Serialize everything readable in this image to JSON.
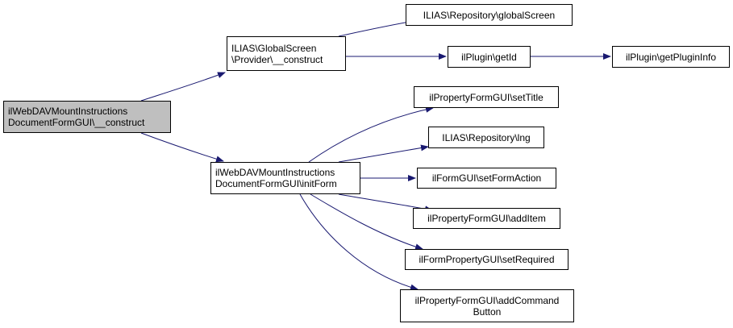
{
  "diagram": {
    "type": "call-graph",
    "edge_color": "#191970",
    "root_fill": "#bfbfbf",
    "nodes": {
      "root": {
        "lines": [
          "ilWebDAVMountInstructions",
          "DocumentFormGUI\\__construct"
        ]
      },
      "provider": {
        "lines": [
          "ILIAS\\GlobalScreen",
          "\\Provider\\__construct"
        ]
      },
      "initform": {
        "lines": [
          "ilWebDAVMountInstructions",
          "DocumentFormGUI\\initForm"
        ]
      },
      "globalscreen": {
        "lines": [
          "ILIAS\\Repository\\globalScreen"
        ]
      },
      "getid": {
        "lines": [
          "ilPlugin\\getId"
        ]
      },
      "getplugininfo": {
        "lines": [
          "ilPlugin\\getPluginInfo"
        ]
      },
      "settitle": {
        "lines": [
          "ilPropertyFormGUI\\setTitle"
        ]
      },
      "lng": {
        "lines": [
          "ILIAS\\Repository\\lng"
        ]
      },
      "setformaction": {
        "lines": [
          "ilFormGUI\\setFormAction"
        ]
      },
      "additem": {
        "lines": [
          "ilPropertyFormGUI\\addItem"
        ]
      },
      "setrequired": {
        "lines": [
          "ilFormPropertyGUI\\setRequired"
        ]
      },
      "addcommandbutton": {
        "lines": [
          "ilPropertyFormGUI\\addCommand",
          "Button"
        ]
      }
    },
    "edges": [
      [
        "root",
        "provider"
      ],
      [
        "root",
        "initform"
      ],
      [
        "provider",
        "globalscreen"
      ],
      [
        "provider",
        "getid"
      ],
      [
        "getid",
        "getplugininfo"
      ],
      [
        "initform",
        "settitle"
      ],
      [
        "initform",
        "lng"
      ],
      [
        "initform",
        "setformaction"
      ],
      [
        "initform",
        "additem"
      ],
      [
        "initform",
        "setrequired"
      ],
      [
        "initform",
        "addcommandbutton"
      ]
    ]
  }
}
